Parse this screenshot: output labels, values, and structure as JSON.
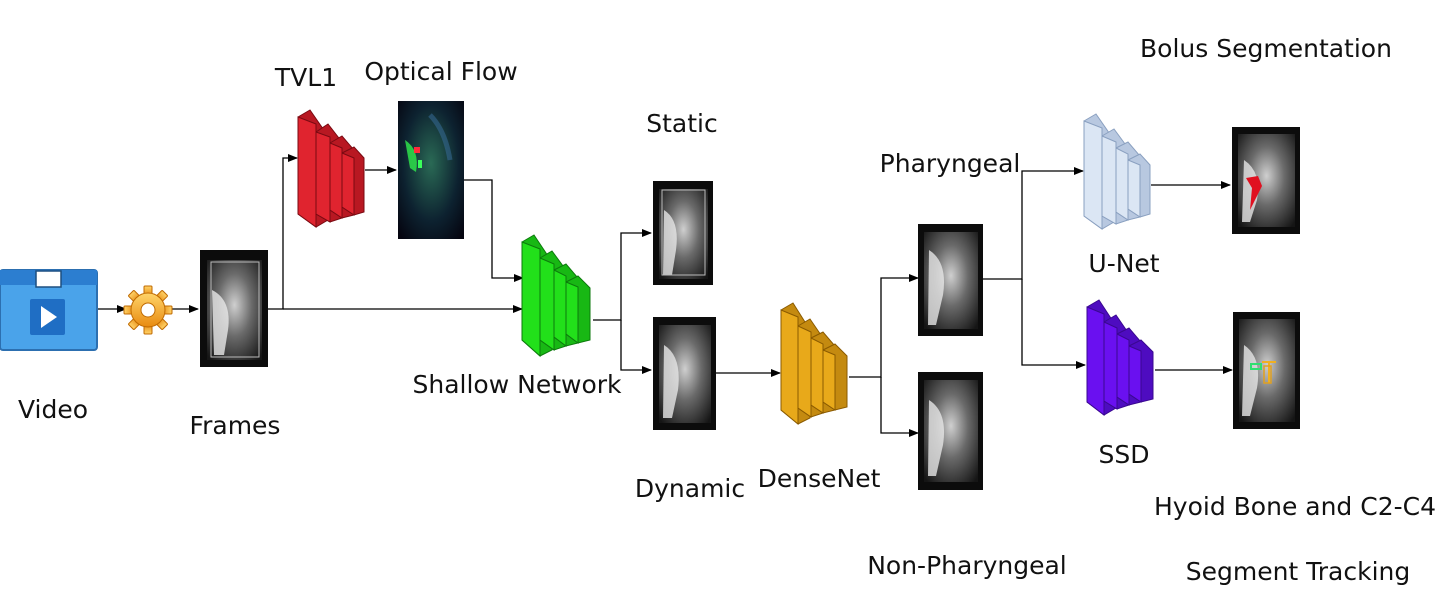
{
  "labels": {
    "video": "Video",
    "frames": "Frames",
    "tvl1": "TVL1",
    "optical_flow": "Optical Flow",
    "shallow_network": "Shallow Network",
    "static": "Static",
    "dynamic": "Dynamic",
    "densenet": "DenseNet",
    "pharyngeal": "Pharyngeal",
    "non_pharyngeal": "Non-Pharyngeal",
    "unet": "U-Net",
    "ssd": "SSD",
    "bolus_segmentation": "Bolus Segmentation",
    "hyoid_line1": "Hyoid Bone and C2-C4",
    "hyoid_line2": "Segment Tracking"
  },
  "icons": {
    "video": "video-player-icon",
    "preprocess": "gear-icon"
  },
  "colors": {
    "tvl1_net": "#d61f2c",
    "shallow_net": "#22e01a",
    "densenet": "#e8a91a",
    "unet": "#cfddee",
    "ssd": "#6a10f0",
    "video_icon": "#4aa3ea",
    "gear": "#f0a020",
    "arrow": "#000000"
  }
}
